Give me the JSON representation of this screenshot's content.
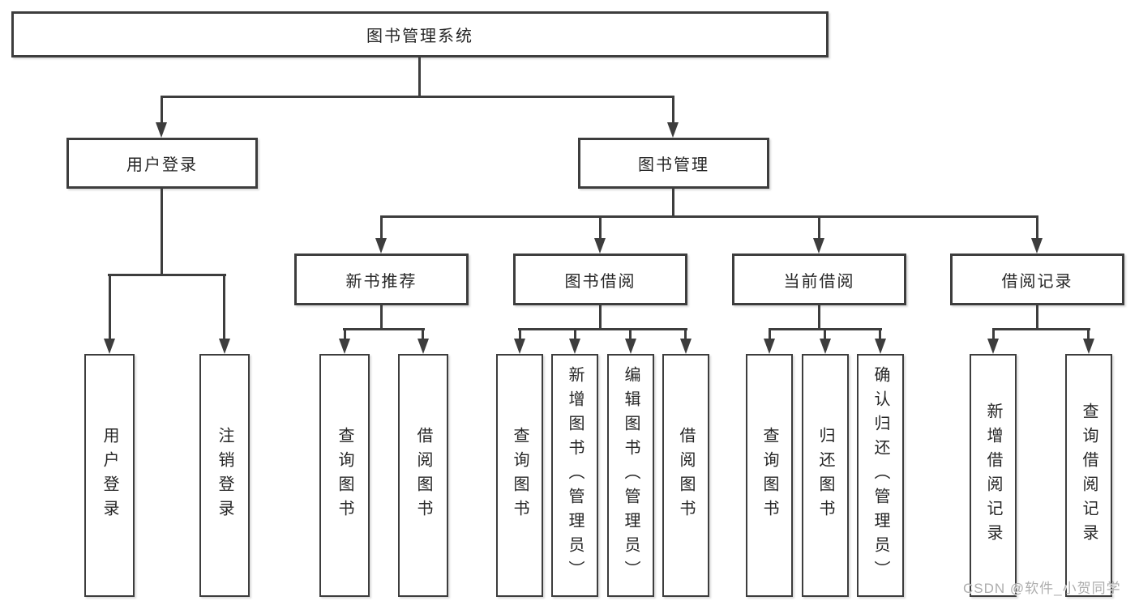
{
  "diagram": {
    "root": "图书管理系统",
    "branches": [
      {
        "label": "用户登录",
        "children": [
          "用户登录",
          "注销登录"
        ]
      },
      {
        "label": "图书管理",
        "children": [
          {
            "label": "新书推荐",
            "children": [
              "查询图书",
              "借阅图书"
            ]
          },
          {
            "label": "图书借阅",
            "children": [
              "查询图书",
              "新增图书（管理员）",
              "编辑图书（管理员）",
              "借阅图书"
            ]
          },
          {
            "label": "当前借阅",
            "children": [
              "查询图书",
              "归还图书",
              "确认归还（管理员）"
            ]
          },
          {
            "label": "借阅记录",
            "children": [
              "新增借阅记录",
              "查询借阅记录"
            ]
          }
        ]
      }
    ]
  },
  "watermark": {
    "text": "CSDN @软件_小贺同学"
  },
  "colors": {
    "line": "#3d3d3d",
    "text": "#262626",
    "background": "#ffffff",
    "watermark": "#adadad"
  }
}
